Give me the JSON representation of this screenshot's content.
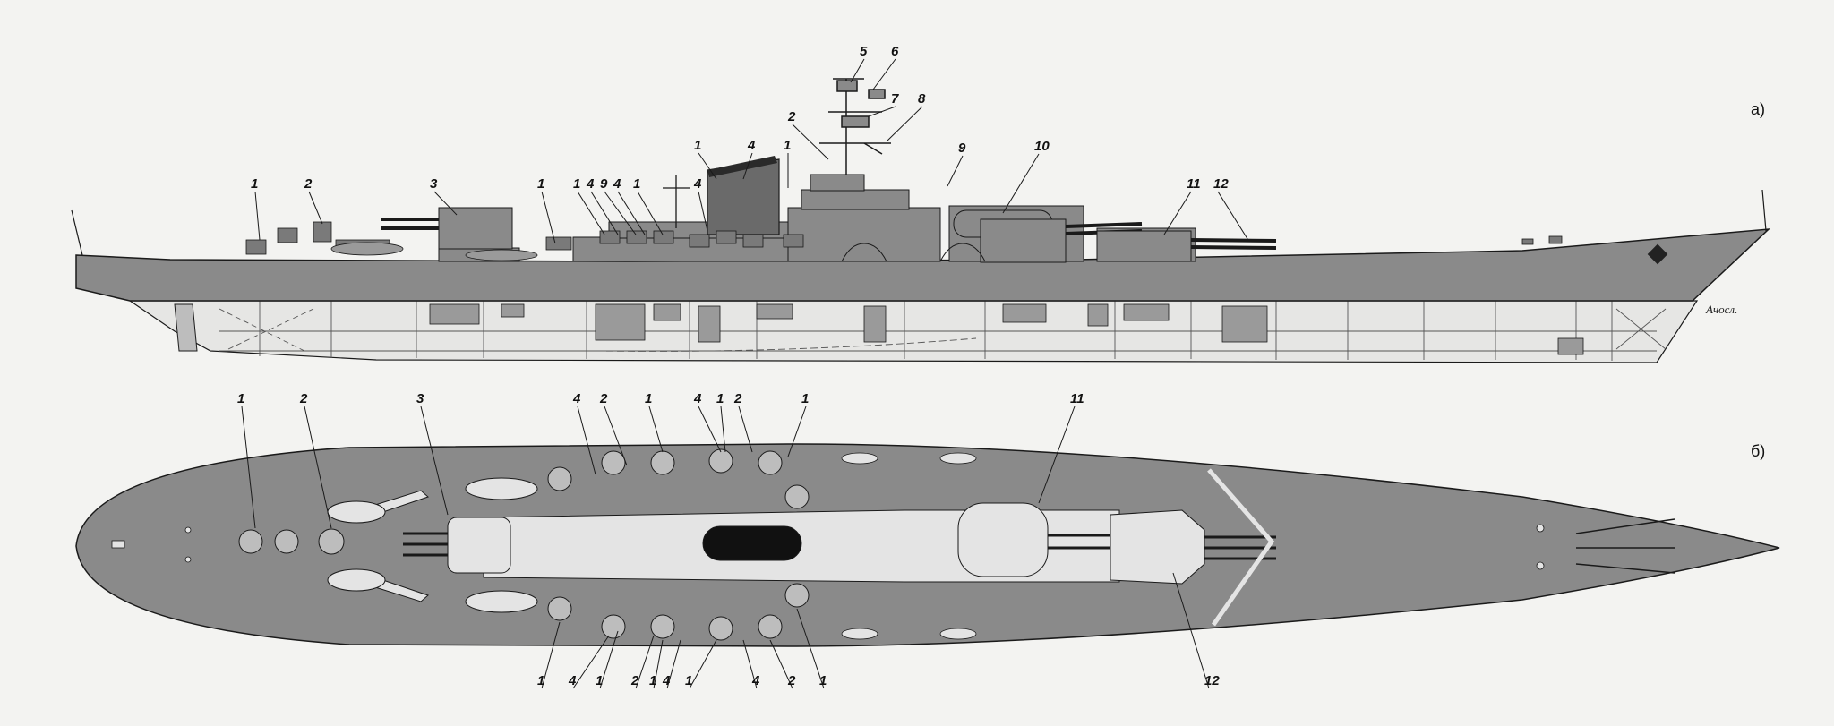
{
  "panels": {
    "side": {
      "label": "а)"
    },
    "top": {
      "label": "б)"
    }
  },
  "signature": "Ачосл.",
  "colors": {
    "hull": "#8a8a8a",
    "hull_dark": "#6e6e6e",
    "line": "#1a1a1a",
    "background": "#f3f3f1",
    "light": "#e4e4e4"
  },
  "callouts": {
    "side": [
      "1",
      "2",
      "3",
      "1",
      "1",
      "4",
      "9",
      "4",
      "1",
      "4",
      "1",
      "4",
      "1",
      "2",
      "5",
      "6",
      "7",
      "8",
      "9",
      "10",
      "11",
      "12"
    ],
    "top": [
      "1",
      "2",
      "3",
      "4",
      "2",
      "1",
      "4",
      "1",
      "2",
      "1",
      "11",
      "1",
      "4",
      "1",
      "2",
      "1",
      "4",
      "1",
      "4",
      "2",
      "1",
      "12"
    ]
  }
}
